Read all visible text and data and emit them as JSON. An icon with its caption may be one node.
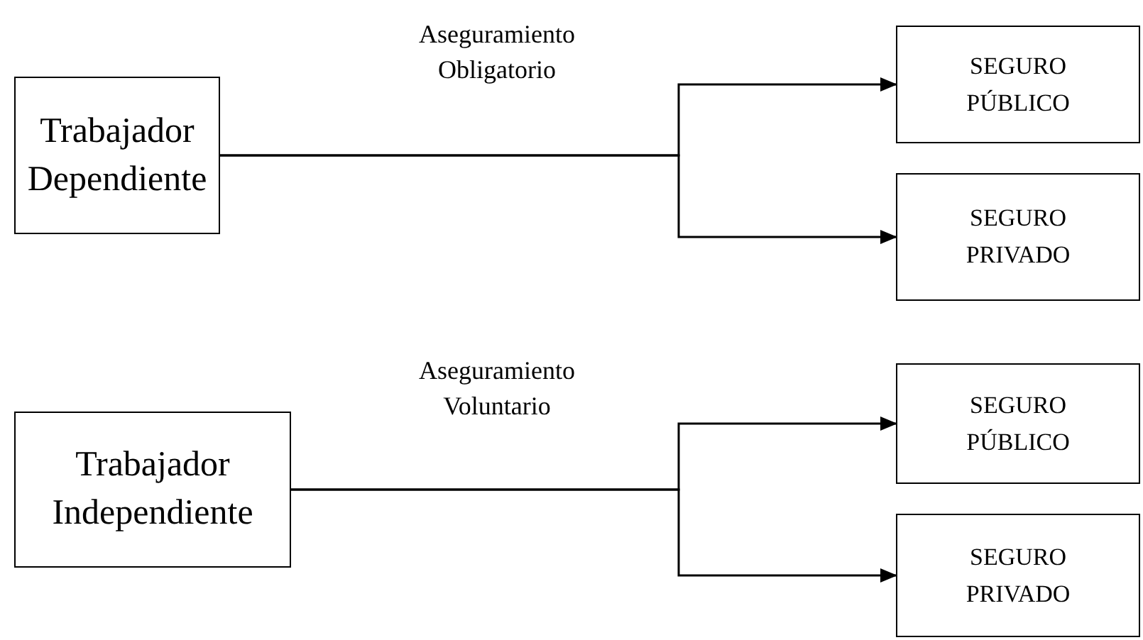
{
  "diagram": {
    "nodes": [
      {
        "text": [
          "Trabajador Dependiente"
        ]
      },
      {
        "text": [
          "SEGURO PÚBLICO"
        ]
      },
      {
        "text": [
          "SEGURO PRIVADO"
        ]
      },
      {
        "text": [
          "Trabajador Independiente"
        ]
      },
      {
        "text": [
          "SEGURO PÚBLICO"
        ]
      },
      {
        "text": [
          "SEGURO PRIVADO"
        ]
      }
    ],
    "edges": [
      {
        "from": 0,
        "to": 1,
        "arrow": "to",
        "label": "Aseguramiento Obligatorio"
      },
      {
        "from": 0,
        "to": 2,
        "arrow": "to"
      },
      {
        "from": 3,
        "to": 4,
        "arrow": "to",
        "label": "Aseguramiento Voluntario"
      },
      {
        "from": 3,
        "to": 5,
        "arrow": "to"
      }
    ]
  }
}
